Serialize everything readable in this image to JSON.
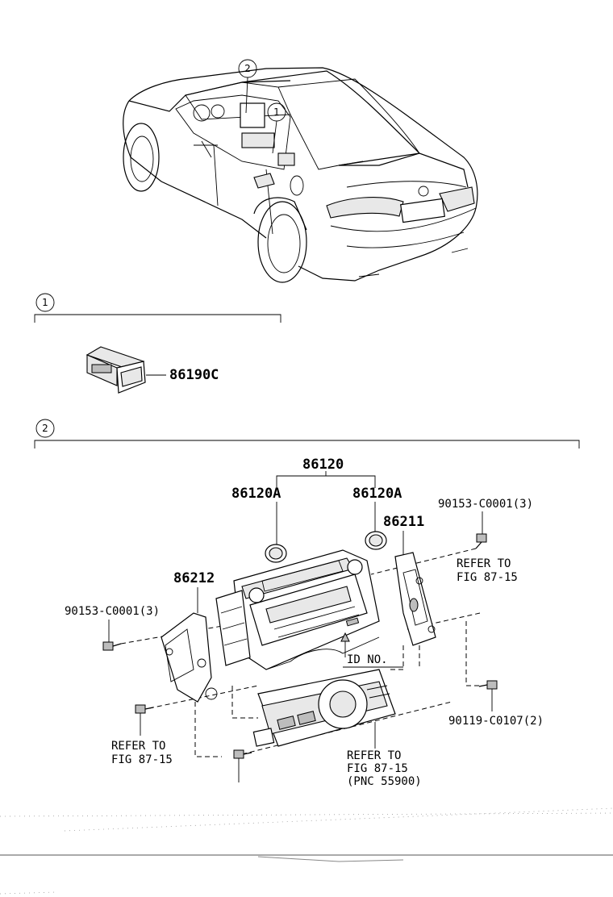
{
  "section_1": {
    "callout": "1",
    "part_number": "86190C"
  },
  "section_2": {
    "callout": "2",
    "assembly_number": "86120",
    "knob_left": "86120A",
    "knob_right": "86120A",
    "bracket_right": "86211",
    "bracket_left": "86212",
    "screw_top_right": "90153-C0001(3)",
    "screw_left": "90153-C0001(3)",
    "screw_bottom_right": "90119-C0107(2)",
    "id_label": "ID NO.",
    "refer_right_line1": "REFER TO",
    "refer_right_line2": "FIG 87-15",
    "refer_left_line1": "REFER TO",
    "refer_left_line2": "FIG 87-15",
    "refer_bottom_line1": "REFER TO",
    "refer_bottom_line2": "FIG 87-15",
    "refer_bottom_line3": "(PNC 55900)"
  },
  "overview": {
    "callout_a": "2",
    "callout_b": "1"
  }
}
